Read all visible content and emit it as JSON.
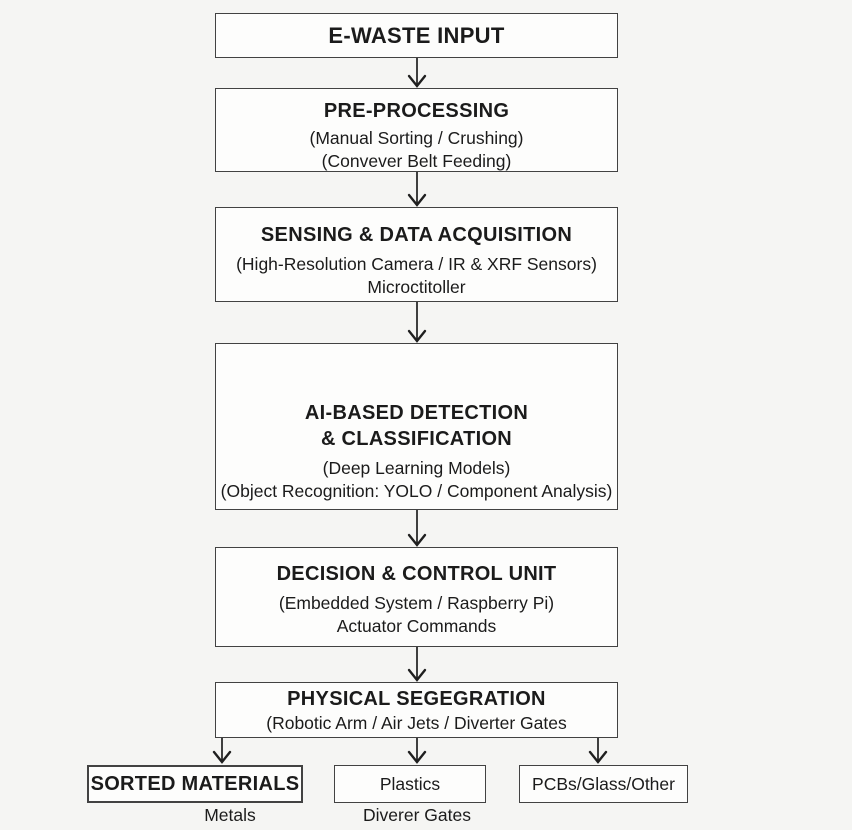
{
  "colors": {
    "page-bg": "#f5f5f3",
    "box-bg": "#fdfdfc",
    "border": "#424242",
    "text": "#1b1b1b",
    "arrow": "#1f1f1f"
  },
  "diagram": {
    "nodes": [
      {
        "id": "ewaste-input",
        "title": "E-WASTE INPUT",
        "lines": []
      },
      {
        "id": "pre-processing",
        "title": "PRE-PROCESSING",
        "lines": [
          "(Manual Sorting / Crushing)",
          "(Convever Belt Feeding)"
        ]
      },
      {
        "id": "sensing-data-acquisition",
        "title": "SENSING & DATA ACQUISITION",
        "lines": [
          "(High-Resolution Camera / IR & XRF Sensors)",
          "Microctitoller"
        ]
      },
      {
        "id": "ai-detection-classification",
        "title": "AI-BASED DETECTION\n& CLASSIFICATION",
        "lines": [
          "(Deep Learning Models)",
          "(Object Recognition: YOLO / Component Analysis)"
        ]
      },
      {
        "id": "decision-control-unit",
        "title": "DECISION & CONTROL UNIT",
        "lines": [
          "(Embedded System / Raspberry Pi)",
          "Actuator Commands"
        ]
      },
      {
        "id": "physical-segregation",
        "title": "PHYSICAL SEGEGRATION",
        "lines": [
          "(Robotic Arm / Air Jets / Diverter Gates"
        ]
      }
    ],
    "outputs": [
      {
        "id": "sorted-materials",
        "label": "SORTED MATERIALS",
        "sublabel": "Metals"
      },
      {
        "id": "plastics",
        "label": "Plastics",
        "sublabel": "Diverer Gates"
      },
      {
        "id": "pcbs-glass-other",
        "label": "PCBs/Glass/Other",
        "sublabel": ""
      }
    ]
  }
}
